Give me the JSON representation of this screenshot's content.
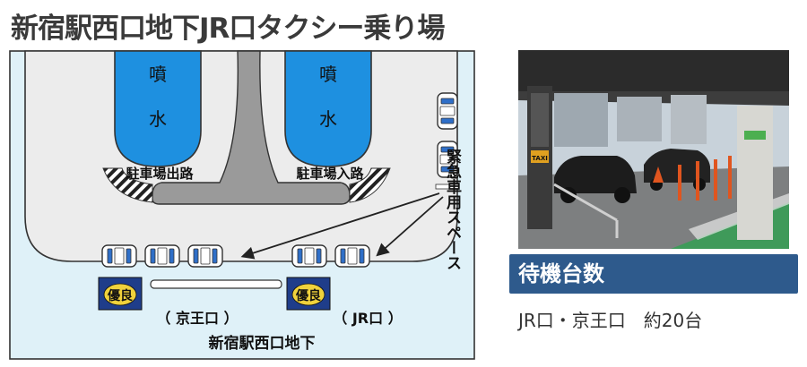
{
  "page": {
    "title": "新宿駅西口地下JR口タクシー乗り場"
  },
  "map": {
    "fountain_left": {
      "char1": "噴",
      "char2": "水"
    },
    "fountain_right": {
      "char1": "噴",
      "char2": "水"
    },
    "exit_road_label": "駐車場出路",
    "entry_road_label": "駐車場入路",
    "emergency_space_label": "緊急車用スペース",
    "badge_text": "優良",
    "keio_label": "（ 京王口 ）",
    "jr_label": "（ JR口 ）",
    "area_label": "新宿駅西口地下"
  },
  "info": {
    "header": "待機台数",
    "count_text": "JR口・京王口　約20台"
  },
  "photo": {
    "sign_text": "TAXI"
  },
  "colors": {
    "header_bg": "#2e5a8c",
    "fountain": "#1e90e0",
    "floor": "#dff1f8"
  }
}
